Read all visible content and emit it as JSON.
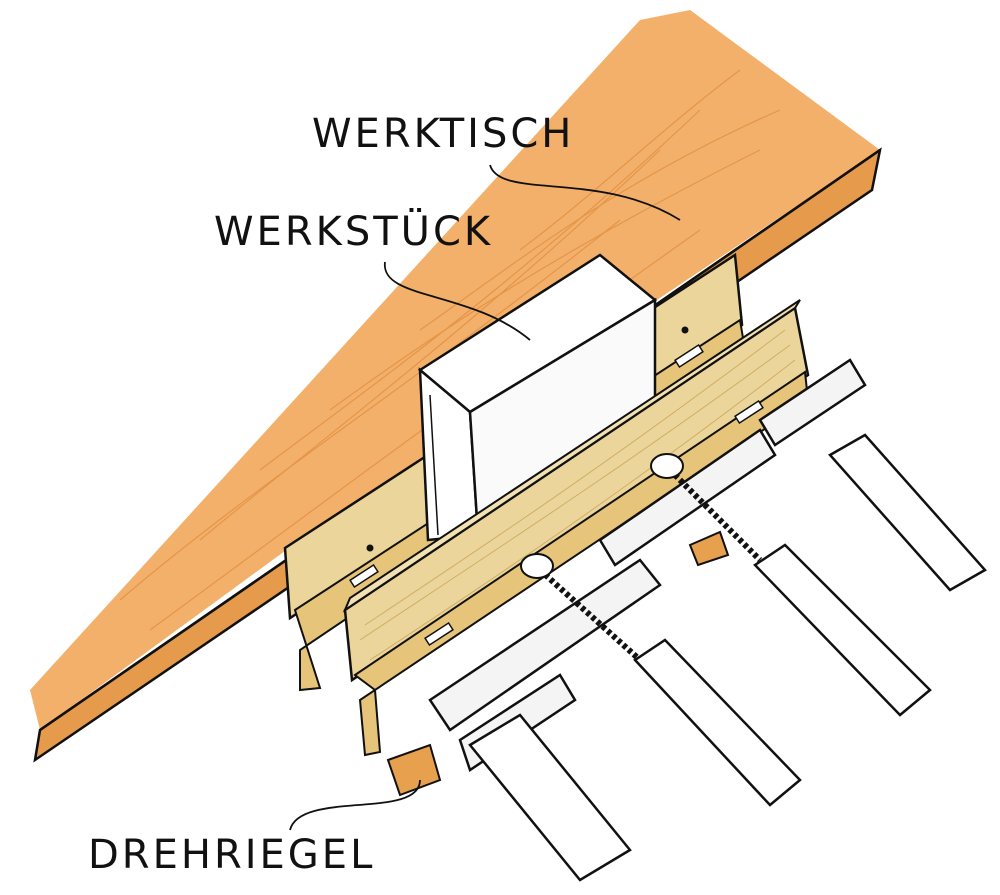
{
  "labels": {
    "werktisch": "WERKTISCH",
    "werkstueck": "WERKSTÜCK",
    "drehriegel": "DREHRIEGEL"
  },
  "colors": {
    "bench_wood": "#f3b06a",
    "bench_edge": "#e59a4c",
    "jaw_wood": "#ecd59a",
    "block_wood": "#e6a04e",
    "workpiece": "#ffffff",
    "clamp_metal": "#f4f4f4",
    "handle": "#ffffff",
    "ink": "#111111"
  }
}
